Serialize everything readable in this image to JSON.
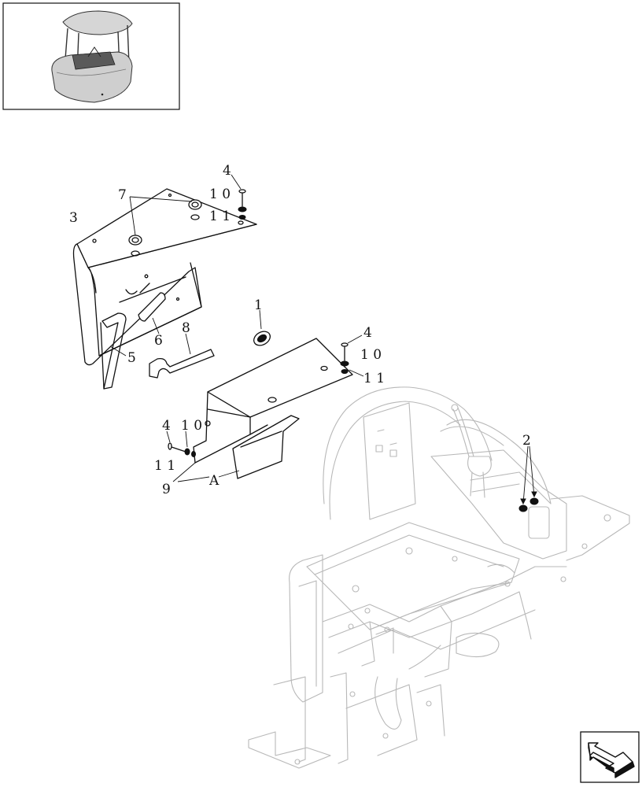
{
  "callouts": {
    "c1": "1",
    "c2": "2",
    "c3": "3",
    "c4a": "4",
    "c4b": "4",
    "c4c": "4",
    "c5": "5",
    "c6": "6",
    "c7": "7",
    "c8": "8",
    "c9": "9",
    "c10a": "1 0",
    "c10b": "1 0",
    "c10c": "1 0",
    "c11a": "1 1",
    "c11b": "1 1",
    "c11c": "1 1",
    "cA": "A"
  },
  "icons": {
    "thumbnail": "machine-overview-icon",
    "navigation": "return-arrow-icon"
  }
}
